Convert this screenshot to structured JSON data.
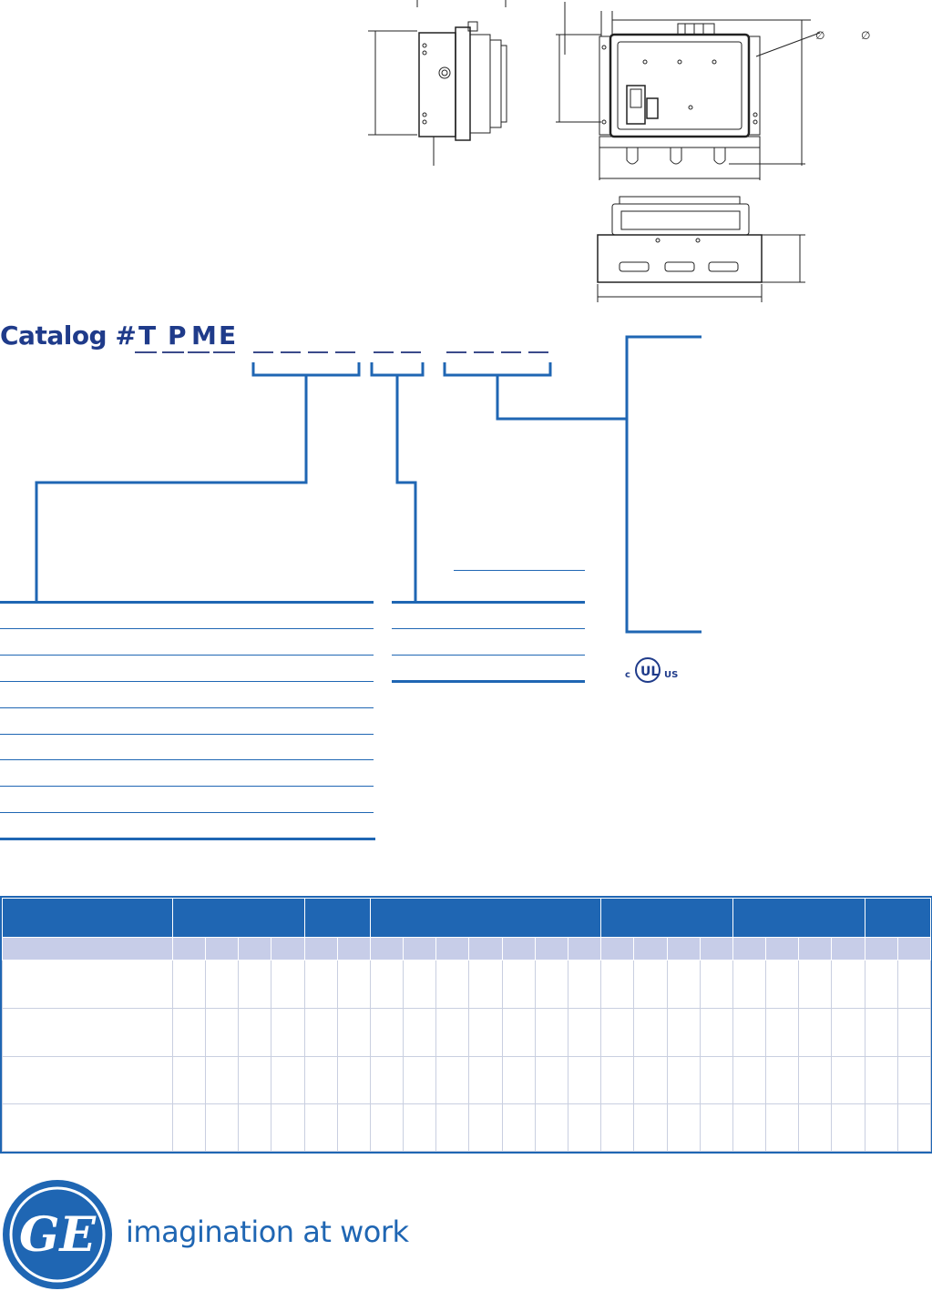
{
  "catalog": {
    "label": "Catalog #",
    "fixed_letters": [
      "T",
      "P",
      "M",
      "E"
    ]
  },
  "ul_mark": {
    "c": "c",
    "ul": "UL",
    "us": "US"
  },
  "brand": {
    "logo": "GE",
    "tagline": "imagination at work"
  },
  "colors": {
    "brand_blue": "#1f66b3",
    "navy": "#1f3b8a",
    "table_subheader": "#c7cde8"
  }
}
